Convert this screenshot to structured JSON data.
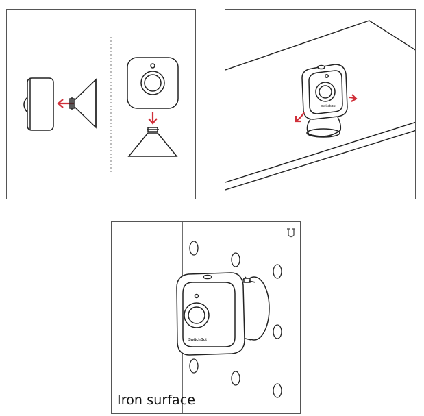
{
  "panels": {
    "top_left": {
      "description": "step-attach-mount"
    },
    "top_right": {
      "description": "step-adjust-angle"
    },
    "bottom": {
      "caption": "Iron surface",
      "device_brand": "SwitchBot",
      "top_right_icon": "magnet-icon"
    }
  },
  "colors": {
    "line": "#222222",
    "arrow": "#d0303a",
    "frame": "#555555"
  },
  "icons": [
    "magnet-icon",
    "arrow-left-icon",
    "arrow-down-icon",
    "arrow-right-icon"
  ]
}
